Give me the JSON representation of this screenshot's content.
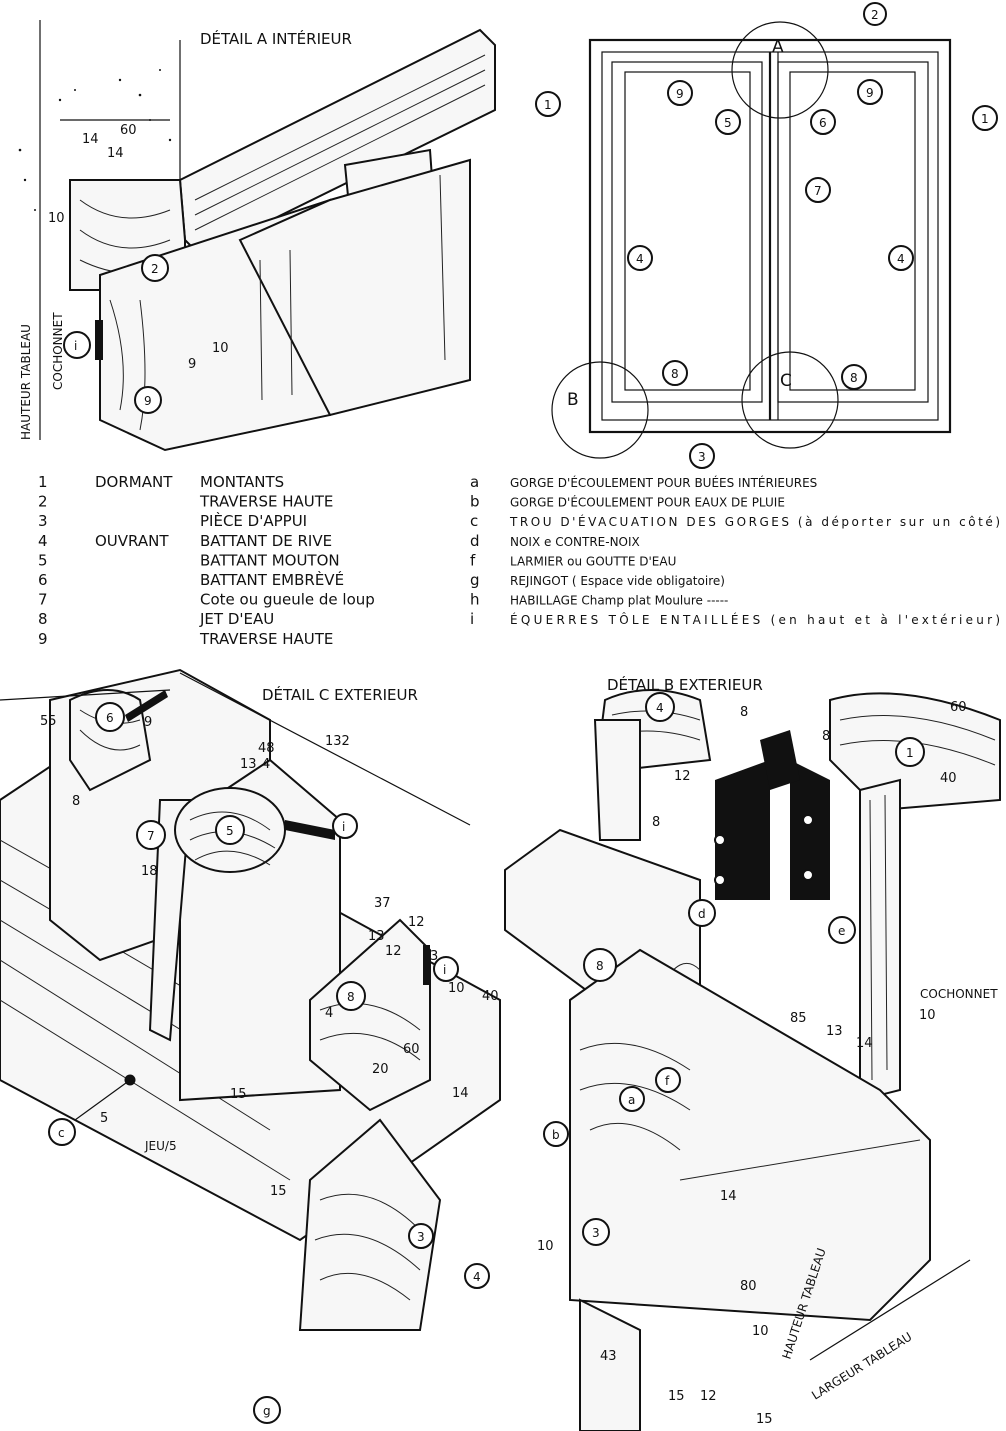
{
  "titles": {
    "detail_a": "DÉTAIL A INTÉRIEUR",
    "detail_c": "DÉTAIL C EXTERIEUR",
    "detail_b": "DÉTAIL B EXTERIEUR",
    "hauteur_tableau": "HAUTEUR TABLEAU",
    "cochonnet": "COCHONNET",
    "largeur_tableau": "LARGEUR TABLEAU",
    "jeu": "JEU/5"
  },
  "window_callouts": [
    "1",
    "2",
    "3",
    "4",
    "5",
    "6",
    "7",
    "8",
    "9",
    "A",
    "B",
    "C"
  ],
  "legend_left": [
    {
      "num": "1",
      "group": "DORMANT",
      "label": "MONTANTS"
    },
    {
      "num": "2",
      "group": "",
      "label": "TRAVERSE HAUTE"
    },
    {
      "num": "3",
      "group": "",
      "label": "PIÈCE D'APPUI"
    },
    {
      "num": "4",
      "group": "OUVRANT",
      "label": "BATTANT DE RIVE"
    },
    {
      "num": "5",
      "group": "",
      "label": "BATTANT MOUTON"
    },
    {
      "num": "6",
      "group": "",
      "label": "BATTANT EMBRÈVÉ"
    },
    {
      "num": "7",
      "group": "",
      "label": "Cote ou gueule de loup"
    },
    {
      "num": "8",
      "group": "",
      "label": "JET D'EAU"
    },
    {
      "num": "9",
      "group": "",
      "label": "TRAVERSE HAUTE"
    }
  ],
  "legend_right": [
    {
      "key": "a",
      "label": "GORGE D'ÉCOULEMENT POUR BUÉES INTÉRIEURES"
    },
    {
      "key": "b",
      "label": "GORGE D'ÉCOULEMENT POUR EAUX DE PLUIE"
    },
    {
      "key": "c",
      "label": "TROU D'ÉVACUATION DES GORGES (à déporter sur un côté)"
    },
    {
      "key": "d",
      "label": "NOIX        e   CONTRE-NOIX"
    },
    {
      "key": "f",
      "label": "LARMIER ou GOUTTE D'EAU"
    },
    {
      "key": "g",
      "label": "REJINGOT  ( Espace vide obligatoire)"
    },
    {
      "key": "h",
      "label": "HABILLAGE Champ plat Moulure -----"
    },
    {
      "key": "i",
      "label": "ÉQUERRES TÔLE ENTAILLÉES (en haut et à l'extérieur)"
    }
  ],
  "dims": {
    "a": [
      "60",
      "14",
      "14",
      "10",
      "10",
      "9"
    ],
    "c": [
      "55",
      "9",
      "132",
      "48",
      "13",
      "4",
      "8",
      "18",
      "37",
      "12",
      "13",
      "12",
      "3",
      "10",
      "40",
      "4",
      "60",
      "20",
      "14",
      "15",
      "5",
      "15"
    ],
    "b": [
      "8",
      "8",
      "12",
      "8",
      "60",
      "40",
      "85",
      "13",
      "14",
      "10",
      "10",
      "43",
      "15",
      "12",
      "15",
      "80",
      "10",
      "14"
    ]
  },
  "detail_callouts": {
    "a": [
      "2",
      "9",
      "i"
    ],
    "c": [
      "6",
      "7",
      "5",
      "i",
      "8",
      "3",
      "4",
      "c",
      "g",
      "i"
    ],
    "b": [
      "4",
      "1",
      "d",
      "e",
      "8",
      "f",
      "a",
      "b",
      "3"
    ]
  }
}
